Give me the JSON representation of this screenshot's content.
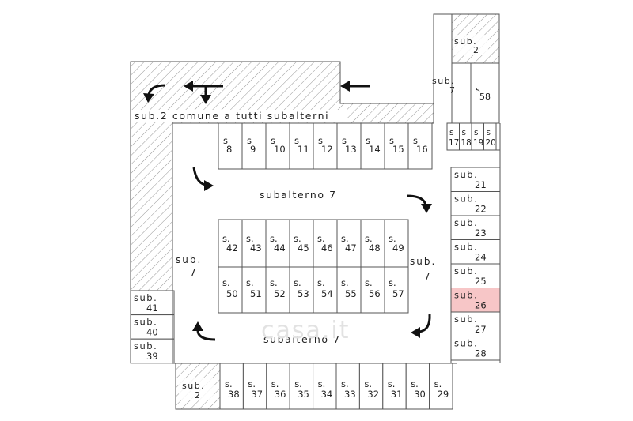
{
  "plan": {
    "common_area_label": "sub.2 comune a tutti subalterni",
    "corridor_top_label": "subalterno 7",
    "corridor_bottom_label": "subalterno 7",
    "corridor_left": [
      "sub.",
      "7"
    ],
    "corridor_right": [
      "sub.",
      "7"
    ],
    "corridor_upper_right": [
      "sub.",
      "7"
    ],
    "watermark": "casa.it",
    "highlight_color": "#f7c6c7",
    "hatch_color": "#888888"
  },
  "top_row": [
    [
      "s",
      "8"
    ],
    [
      "s",
      "9"
    ],
    [
      "s",
      "10"
    ],
    [
      "s",
      "11"
    ],
    [
      "s",
      "12"
    ],
    [
      "s",
      "13"
    ],
    [
      "s",
      "14"
    ],
    [
      "s",
      "15"
    ],
    [
      "s",
      "16"
    ]
  ],
  "center_top_row": [
    [
      "s.",
      "42"
    ],
    [
      "s.",
      "43"
    ],
    [
      "s.",
      "44"
    ],
    [
      "s.",
      "45"
    ],
    [
      "s.",
      "46"
    ],
    [
      "s.",
      "47"
    ],
    [
      "s.",
      "48"
    ],
    [
      "s.",
      "49"
    ]
  ],
  "center_bottom_row": [
    [
      "s.",
      "50"
    ],
    [
      "s.",
      "51"
    ],
    [
      "s.",
      "52"
    ],
    [
      "s.",
      "53"
    ],
    [
      "s.",
      "54"
    ],
    [
      "s.",
      "55"
    ],
    [
      "s.",
      "56"
    ],
    [
      "s.",
      "57"
    ]
  ],
  "bottom_row": [
    [
      "s.",
      "38"
    ],
    [
      "s.",
      "37"
    ],
    [
      "s.",
      "36"
    ],
    [
      "s.",
      "35"
    ],
    [
      "s.",
      "34"
    ],
    [
      "s.",
      "33"
    ],
    [
      "s.",
      "32"
    ],
    [
      "s.",
      "31"
    ],
    [
      "s.",
      "30"
    ],
    [
      "s.",
      "29"
    ]
  ],
  "bottom_left_sub2": [
    "sub.",
    "2"
  ],
  "top_right_sub2": [
    "sub.",
    "2"
  ],
  "upper_right_58": [
    "s",
    "58"
  ],
  "small_row": [
    [
      "s",
      "17"
    ],
    [
      "s",
      "18"
    ],
    [
      "s",
      "19"
    ],
    [
      "s",
      "20"
    ]
  ],
  "right_column": [
    [
      "sub.",
      "21"
    ],
    [
      "sub.",
      "22"
    ],
    [
      "sub.",
      "23"
    ],
    [
      "sub.",
      "24"
    ],
    [
      "sub.",
      "25"
    ],
    [
      "sub.",
      "26"
    ],
    [
      "sub.",
      "27"
    ],
    [
      "sub.",
      "28"
    ]
  ],
  "highlighted_unit": "26",
  "left_column": [
    [
      "sub.",
      "41"
    ],
    [
      "sub.",
      "40"
    ],
    [
      "sub.",
      "39"
    ]
  ]
}
